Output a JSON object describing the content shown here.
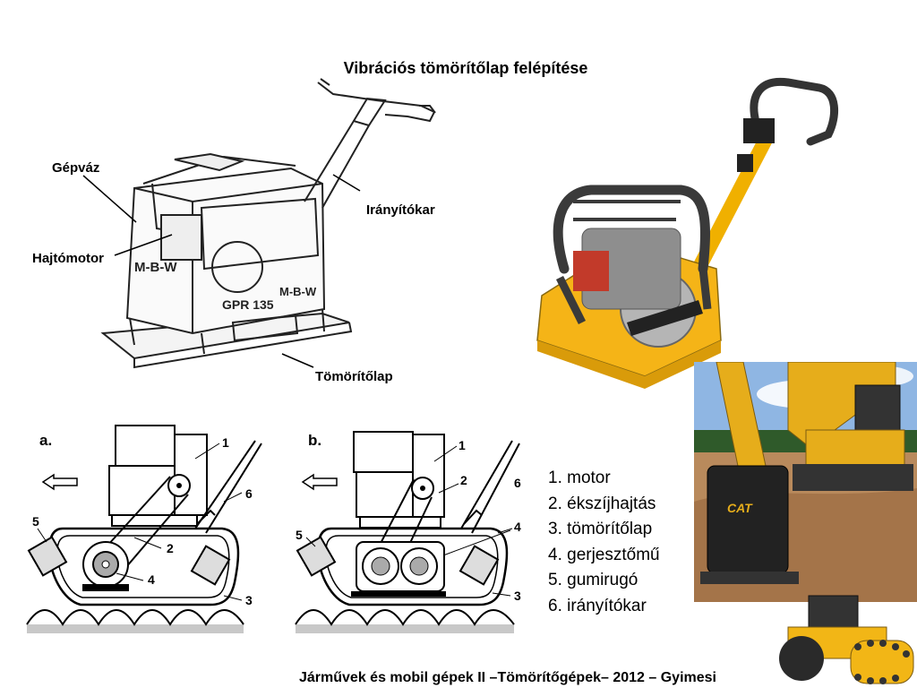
{
  "title": "Vibrációs tömörítőlap felépítése",
  "footer": "Járművek és mobil gépek II –Tömörítőgépek– 2012 –  Gyimesi",
  "machine_labels": {
    "frame": "Gépváz",
    "drive_motor": "Hajtómotor",
    "handle": "Irányítókar",
    "plate": "Tömörítőlap"
  },
  "machine_markings": {
    "brand": "M-B-W",
    "model": "GPR 135"
  },
  "diagram_a": {
    "caption": "a.",
    "numbers": [
      "1",
      "2",
      "4",
      "5",
      "6",
      "3"
    ]
  },
  "diagram_b": {
    "caption": "b.",
    "numbers": [
      "1",
      "2",
      "4",
      "5",
      "6",
      "3"
    ]
  },
  "legend": [
    "1. motor",
    "2. ékszíjhajtás",
    "3. tömörítőlap",
    "4. gerjesztőmű",
    "5. gumirugó",
    "6. irányítókar"
  ],
  "photos": {
    "excavator_badge": "CAT"
  },
  "colors": {
    "machine_yellow": "#f5b417",
    "sky": "#8fb6e3",
    "soil": "#b98a5c",
    "ground_gray": "#c8c8c8"
  }
}
